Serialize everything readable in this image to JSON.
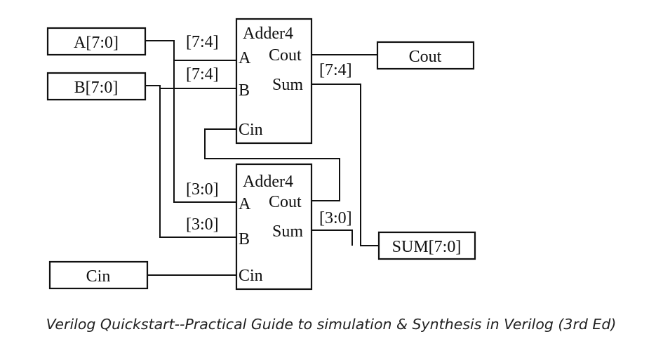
{
  "diagram": {
    "inputs": {
      "a": "A[7:0]",
      "b": "B[7:0]",
      "cin": "Cin"
    },
    "outputs": {
      "cout": "Cout",
      "sum": "SUM[7:0]"
    },
    "adders": [
      {
        "title": "Adder4",
        "port_a": "A",
        "port_b": "B",
        "port_cin": "Cin",
        "port_cout": "Cout",
        "port_sum": "Sum"
      },
      {
        "title": "Adder4",
        "port_a": "A",
        "port_b": "B",
        "port_cin": "Cin",
        "port_cout": "Cout",
        "port_sum": "Sum"
      }
    ],
    "bus_labels": {
      "upper_a": "[7:4]",
      "upper_b": "[7:4]",
      "upper_sum": "[7:4]",
      "lower_a": "[3:0]",
      "lower_b": "[3:0]",
      "lower_sum": "[3:0]"
    }
  },
  "caption": "Verilog Quickstart--Practical Guide to simulation & Synthesis in Verilog (3rd Ed)"
}
